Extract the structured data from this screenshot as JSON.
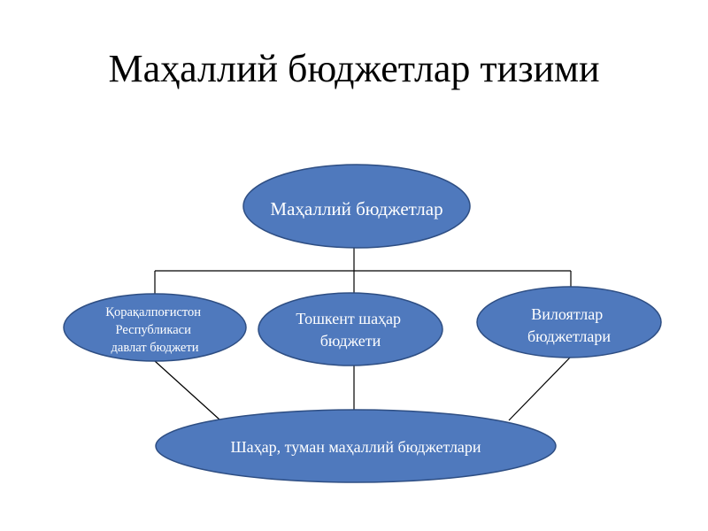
{
  "title": "Маҳаллий бюджетлар тизими",
  "colors": {
    "node_fill": "#4F79BD",
    "node_stroke": "#2E4E83",
    "connector": "#000000",
    "node_text": "#ffffff"
  },
  "diagram": {
    "root": {
      "label": "Маҳаллий бюджетлар"
    },
    "children": [
      {
        "lines": [
          "Қорақалпоғистон",
          "Республикаси",
          "давлат бюджети"
        ]
      },
      {
        "lines": [
          "Тошкент шаҳар",
          "бюджети"
        ]
      },
      {
        "lines": [
          "Вилоятлар",
          "бюджетлари"
        ]
      }
    ],
    "bottom": {
      "label": "Шаҳар, туман маҳаллий бюджетлари"
    }
  }
}
